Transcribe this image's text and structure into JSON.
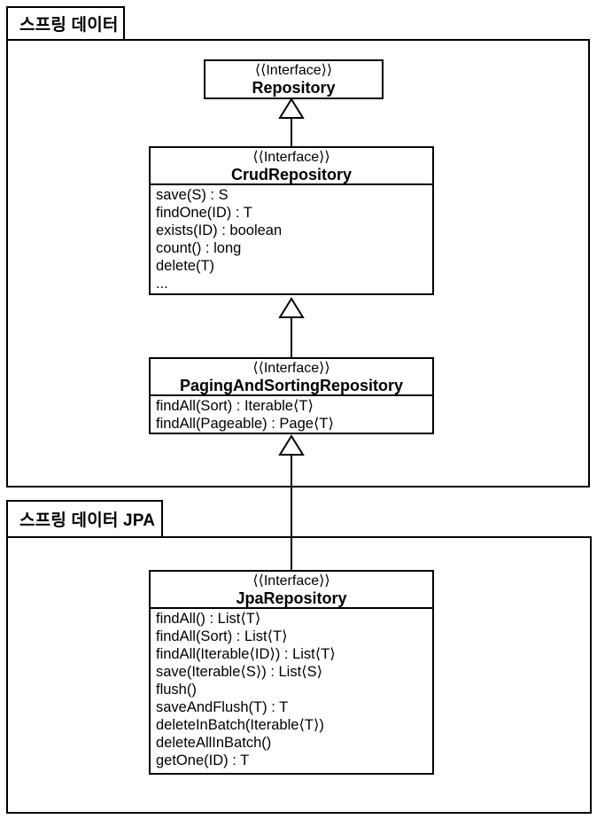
{
  "diagram": {
    "title": "Spring Data repository interface hierarchy (UML class diagram)",
    "colors": {
      "line": "#000000",
      "background": "#ffffff",
      "text": "#000000"
    },
    "packages": [
      {
        "label": "스프링 데이터"
      },
      {
        "label": "스프링 데이터 JPA"
      }
    ],
    "classes": [
      {
        "stereotype": "⟨⟨Interface⟩⟩",
        "name": "Repository",
        "methods": []
      },
      {
        "stereotype": "⟨⟨Interface⟩⟩",
        "name": "CrudRepository",
        "methods": [
          "save(S) : S",
          "findOne(ID) : T",
          "exists(ID) : boolean",
          "count() : long",
          "delete(T)",
          "..."
        ]
      },
      {
        "stereotype": "⟨⟨Interface⟩⟩",
        "name": "PagingAndSortingRepository",
        "methods": [
          "findAll(Sort) : Iterable⟨T⟩",
          "findAll(Pageable) : Page⟨T⟩"
        ]
      },
      {
        "stereotype": "⟨⟨Interface⟩⟩",
        "name": "JpaRepository",
        "methods": [
          "findAll() : List⟨T⟩",
          "findAll(Sort) : List⟨T⟩",
          "findAll(Iterable⟨ID⟩) : List⟨T⟩",
          "save(Iterable⟨S⟩) : List⟨S⟩",
          "flush()",
          "saveAndFlush(T) : T",
          "deleteInBatch(Iterable⟨T⟩)",
          "deleteAllInBatch()",
          "getOne(ID) : T"
        ]
      }
    ],
    "relations": [
      {
        "type": "generalization",
        "from": "CrudRepository",
        "to": "Repository"
      },
      {
        "type": "generalization",
        "from": "PagingAndSortingRepository",
        "to": "CrudRepository"
      },
      {
        "type": "generalization",
        "from": "JpaRepository",
        "to": "PagingAndSortingRepository"
      }
    ]
  }
}
